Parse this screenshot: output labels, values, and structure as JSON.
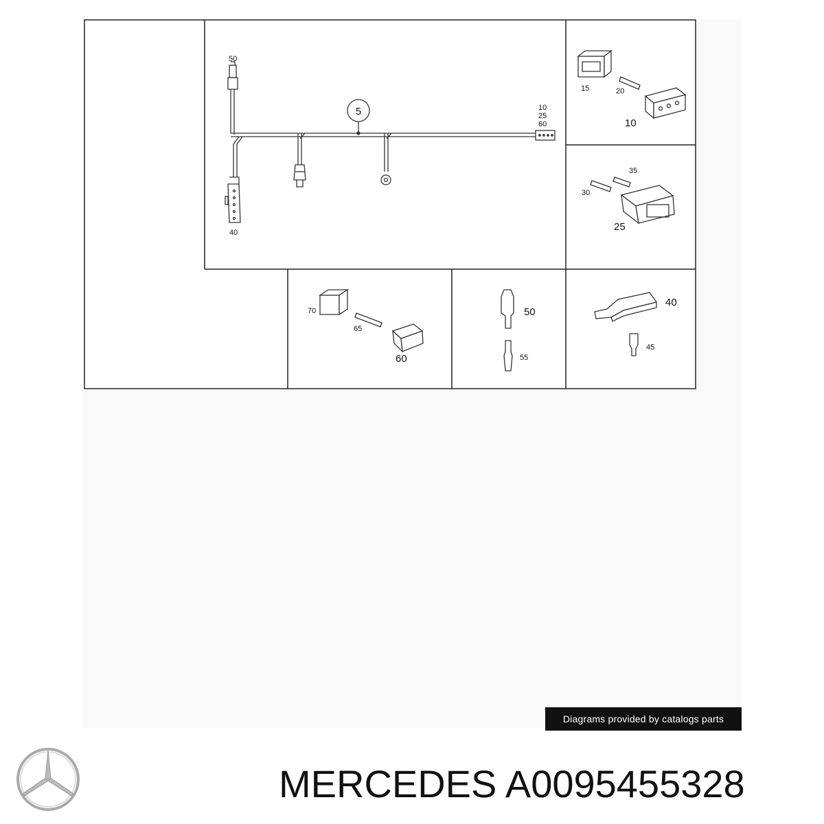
{
  "diagram": {
    "main_harness": {
      "callout": "5",
      "labels": {
        "top_left": "50",
        "bottom_left": "40",
        "right_1": "10",
        "right_2": "25",
        "right_3": "60"
      }
    },
    "panels": {
      "p10": {
        "a": "15",
        "b": "20",
        "c": "10"
      },
      "p25": {
        "a": "35",
        "b": "30",
        "c": "25"
      },
      "p60": {
        "a": "70",
        "b": "65",
        "c": "60"
      },
      "p50": {
        "a": "50",
        "b": "55"
      },
      "p40": {
        "a": "40",
        "b": "45"
      }
    },
    "credit": "Diagrams provided by catalogs parts"
  },
  "footer": {
    "brand": "MERCEDES",
    "part_number": "A0095455328",
    "logo_icon": "mercedes-star-logo"
  }
}
